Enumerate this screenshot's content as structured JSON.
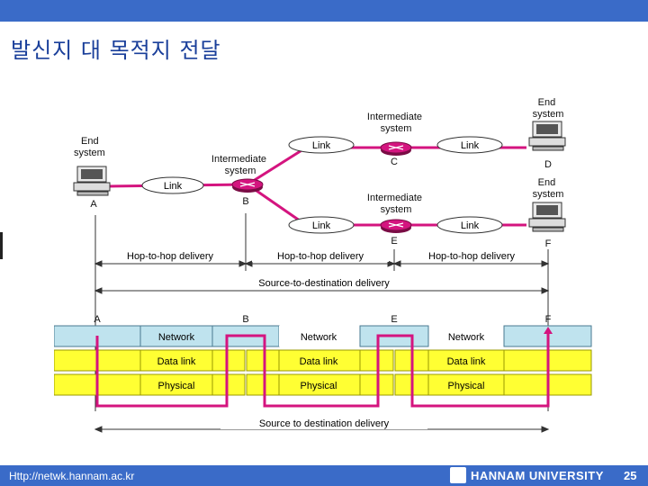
{
  "slide": {
    "title": "발신지 대 목적지 전달",
    "footer_url": "Http://netwk.hannam.ac.kr",
    "footer_university": "HANNAM UNIVERSITY",
    "page_number": "25"
  },
  "diagram": {
    "nodes": {
      "end_a_label": "End system",
      "end_a_letter": "A",
      "b_label": "Intermediate system",
      "b_letter": "B",
      "c_label": "Intermediate system",
      "c_letter": "C",
      "d_label": "End system",
      "d_letter": "D",
      "e_label": "Intermediate system",
      "e_letter": "E",
      "f_label": "End system",
      "f_letter": "F"
    },
    "link_label": "Link",
    "hop_labels": [
      "Hop-to-hop delivery",
      "Hop-to-hop delivery",
      "Hop-to-hop delivery"
    ],
    "source_dest_top": "Source-to-destination delivery",
    "stack_headers": [
      "A",
      "B",
      "E",
      "F"
    ],
    "layers": [
      "Network",
      "Data link",
      "Physical"
    ],
    "source_dest_bottom": "Source to destination delivery"
  }
}
